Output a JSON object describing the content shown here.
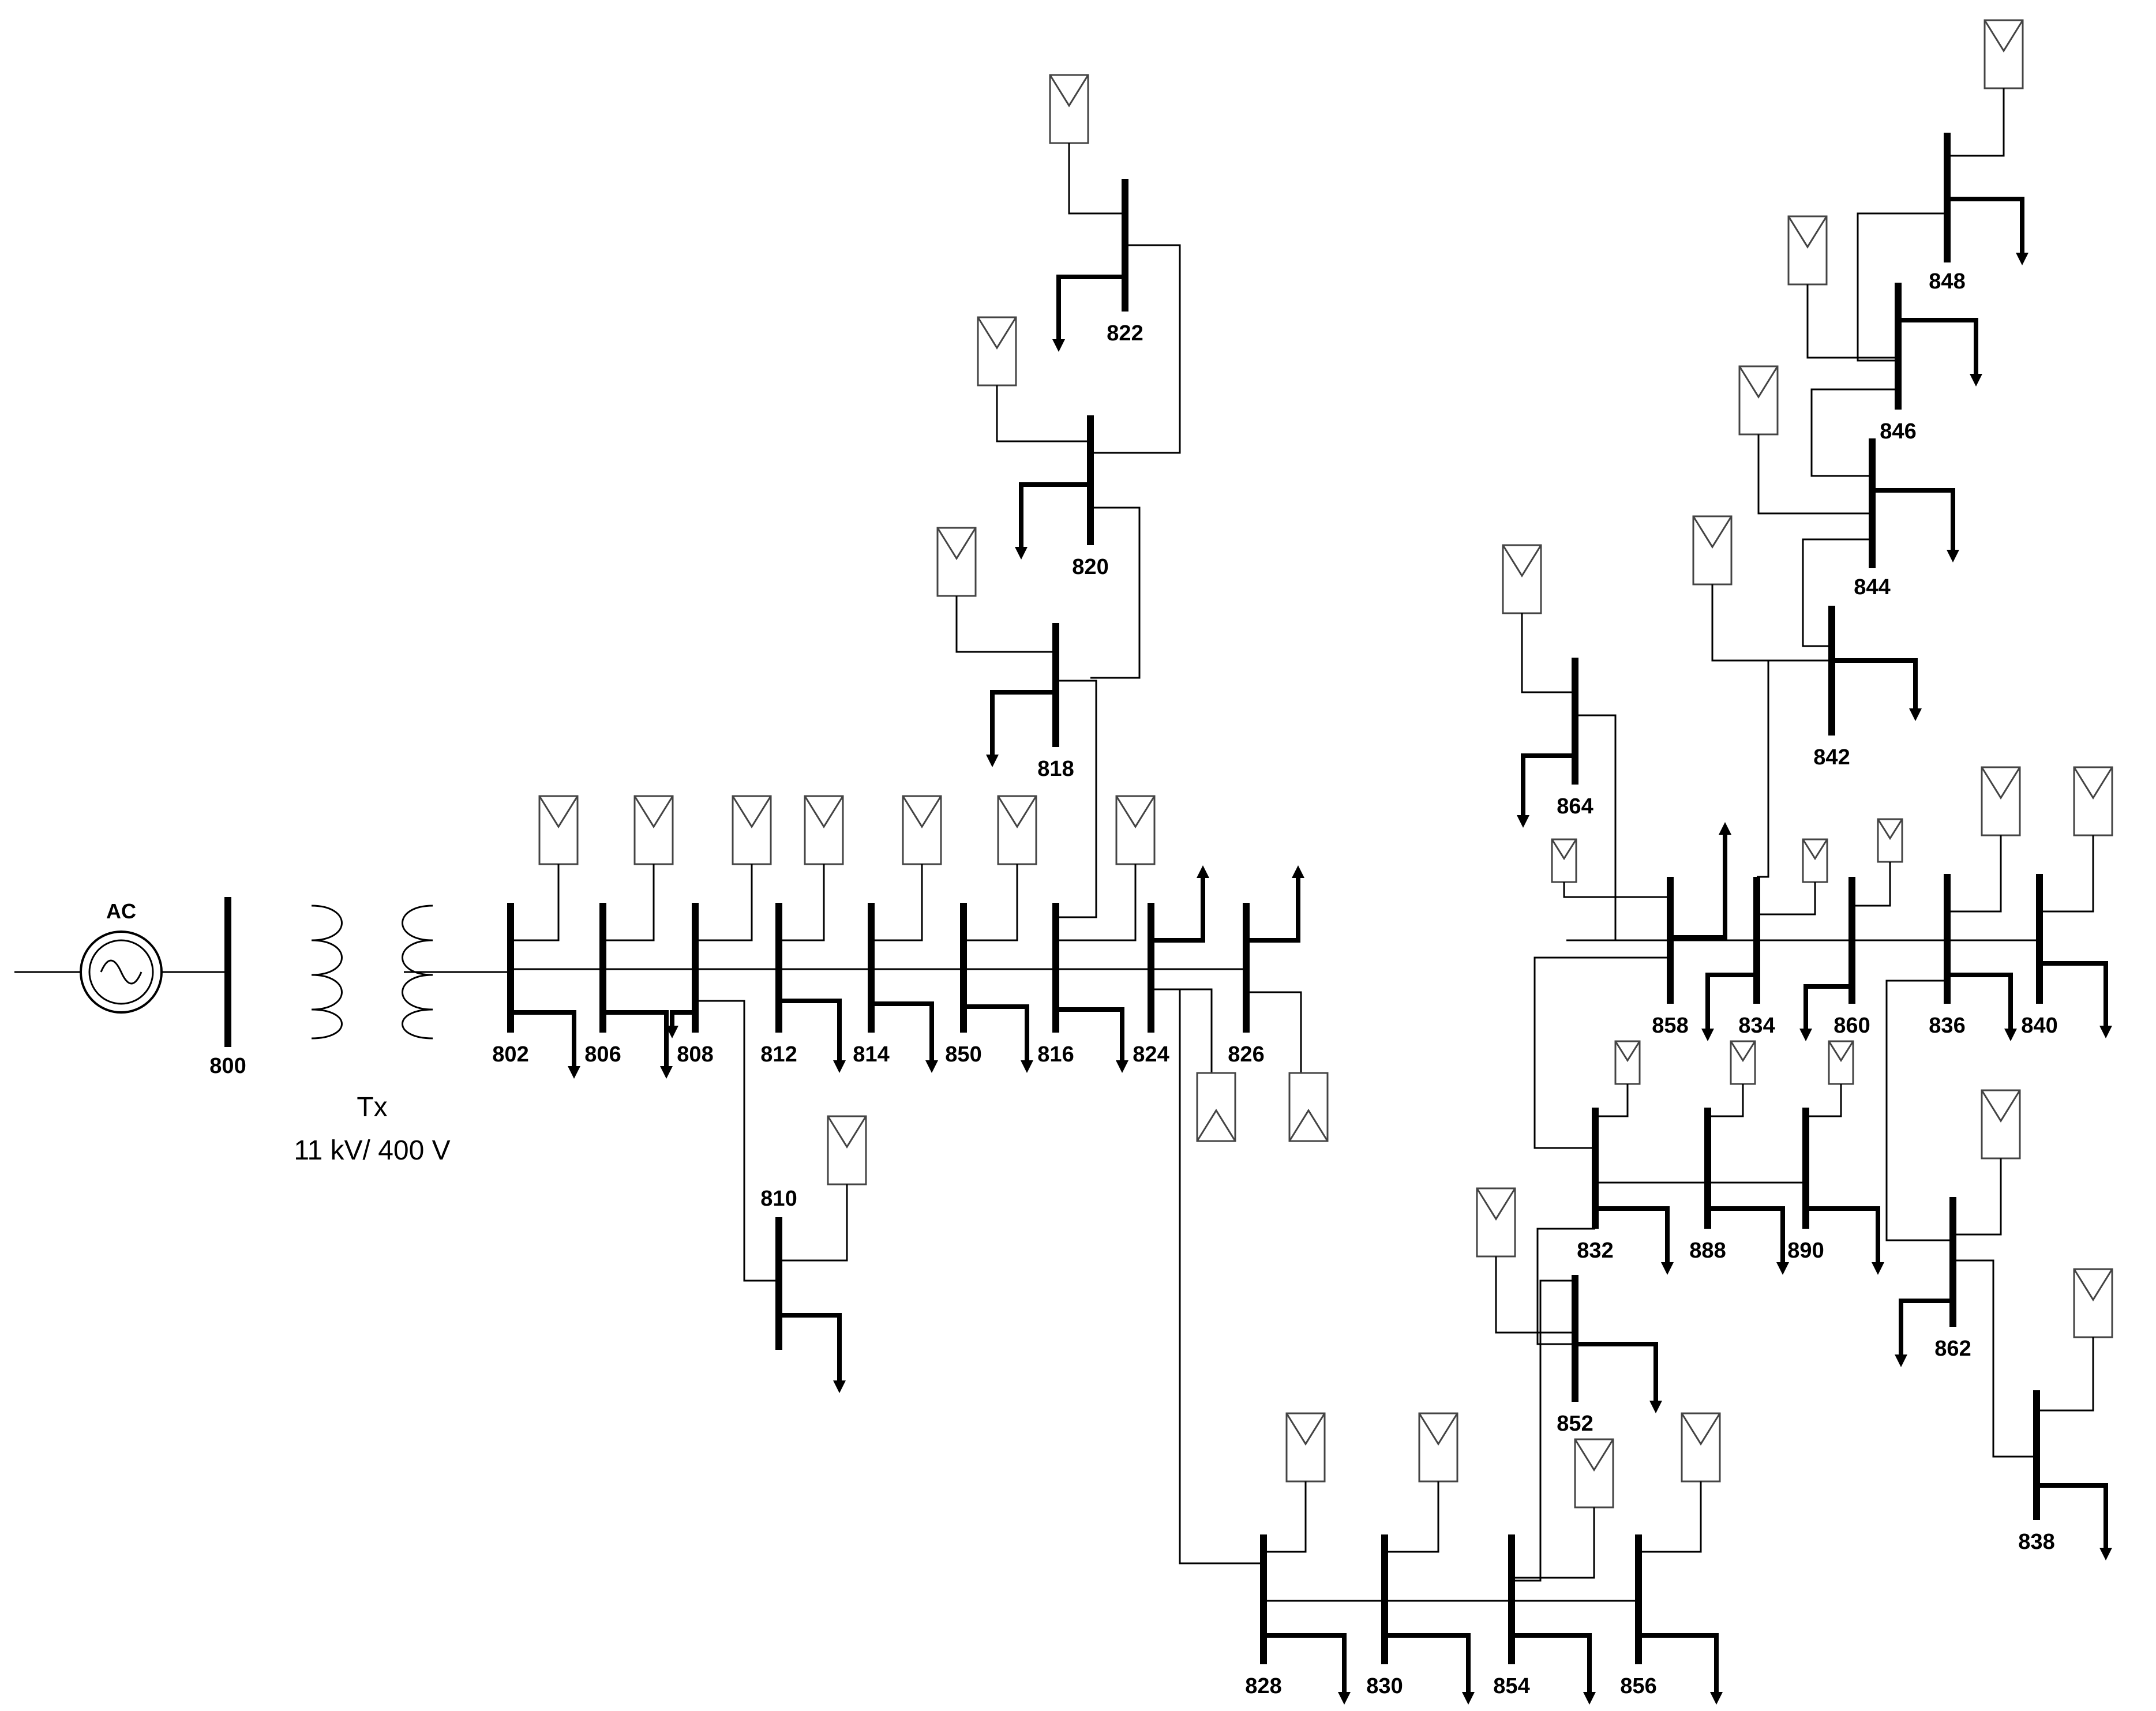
{
  "colors": {
    "line": "#000000",
    "background": "#ffffff",
    "panel_stroke": "#444444"
  },
  "icons": {
    "source": "ac-source-icon",
    "transformer": "transformer-icon",
    "pv": "pv-panel-icon",
    "load": "load-arrow-icon"
  },
  "source": {
    "label": "AC"
  },
  "transformer": {
    "name": "Tx",
    "rating": "11 kV/ 400 V"
  },
  "buses": {
    "b800": "800",
    "b802": "802",
    "b806": "806",
    "b808": "808",
    "b810": "810",
    "b812": "812",
    "b814": "814",
    "b850": "850",
    "b816": "816",
    "b818": "818",
    "b820": "820",
    "b822": "822",
    "b824": "824",
    "b826": "826",
    "b828": "828",
    "b830": "830",
    "b854": "854",
    "b856": "856",
    "b852": "852",
    "b832": "832",
    "b888": "888",
    "b890": "890",
    "b858": "858",
    "b864": "864",
    "b834": "834",
    "b860": "860",
    "b836": "836",
    "b840": "840",
    "b862": "862",
    "b838": "838",
    "b842": "842",
    "b844": "844",
    "b846": "846",
    "b848": "848"
  }
}
